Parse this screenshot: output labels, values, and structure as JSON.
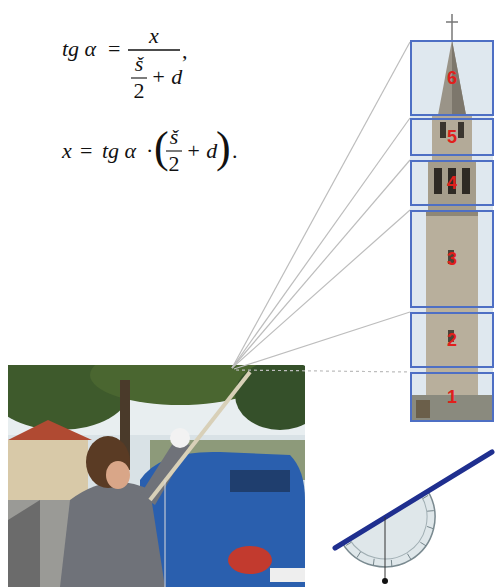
{
  "diagram": {
    "nodes": [
      {
        "text": [
          "6"
        ]
      },
      {
        "text": [
          "5"
        ]
      },
      {
        "text": [
          "4"
        ]
      },
      {
        "text": [
          "3"
        ]
      },
      {
        "text": [
          "2"
        ]
      },
      {
        "text": [
          "1"
        ]
      }
    ],
    "labels": [
      "tg α",
      "=",
      "x",
      "š",
      "2",
      "+ d",
      ",",
      "x",
      "=",
      "tg α",
      "·",
      "(",
      "š",
      "2",
      "+ d",
      ")",
      "."
    ]
  }
}
